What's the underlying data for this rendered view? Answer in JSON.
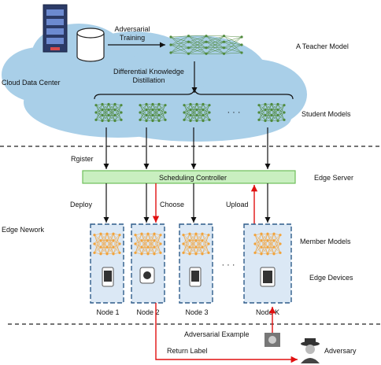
{
  "labels": {
    "adversarial_training_1": "Adversarial",
    "adversarial_training_2": "Training",
    "teacher_model": "A Teacher Model",
    "cloud_data_center": "Cloud Data Center",
    "distillation_1": "Differential Knowledge",
    "distillation_2": "Distillation",
    "student_models": "Student  Models",
    "ellipsis": "· · ·",
    "register": "Rgister",
    "scheduling_controller": "Scheduling Controller",
    "edge_server": "Edge Server",
    "deploy": "Deploy",
    "choose": "Choose",
    "upload": "Upload",
    "edge_network": "Edge Nework",
    "member_models": "Member  Models",
    "edge_devices": "Edge Devices",
    "nodes": [
      "Node 1",
      "Node 2",
      "Node 3",
      "Node K"
    ],
    "adversarial_example": "Adversarial Example",
    "return_label": "Return Label",
    "adversary": "Adversary"
  },
  "colors": {
    "cloud": "#a9cfe8",
    "net_green": "#4f8a3c",
    "net_orange": "#f2a33a",
    "node_fill": "#dbe8f5",
    "node_border": "#2e5c8a",
    "controller_fill": "#c9efc0",
    "controller_border": "#6fbf5a",
    "red_arrow": "#e01010"
  },
  "icons": {
    "server": "server-rack-icon",
    "database": "database-icon",
    "device": "mobile-device-icon",
    "camera": "camera-icon",
    "adversary": "spy-icon"
  }
}
